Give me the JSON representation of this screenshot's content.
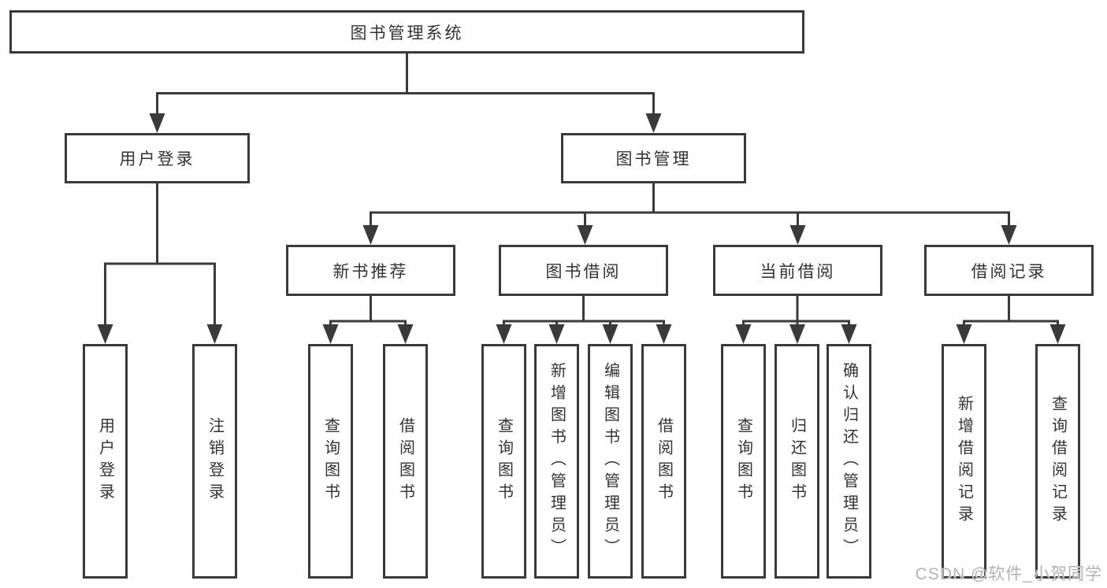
{
  "diagram": {
    "nodes": {
      "root": "图书管理系统",
      "user_login": "用户登录",
      "book_mgmt": "图书管理",
      "new_book_rec": "新书推荐",
      "book_borrow": "图书借阅",
      "current_borrow": "当前借阅",
      "borrow_records": "借阅记录",
      "leaf_user_login": "用户登录",
      "leaf_logout": "注销登录",
      "nb_query_books": "查询图书",
      "nb_borrow_books": "借阅图书",
      "bb_query_books": "查询图书",
      "bb_add_books": "新增图书（管理员）",
      "bb_edit_books": "编辑图书（管理员）",
      "bb_borrow_books": "借阅图书",
      "cb_query_books": "查询图书",
      "cb_return_books": "归还图书",
      "cb_confirm_return": "确认归还（管理员）",
      "br_add_record": "新增借阅记录",
      "br_query_record": "查询借阅记录"
    },
    "tree": {
      "图书管理系统": {
        "用户登录": [
          "用户登录",
          "注销登录"
        ],
        "图书管理": {
          "新书推荐": [
            "查询图书",
            "借阅图书"
          ],
          "图书借阅": [
            "查询图书",
            "新增图书（管理员）",
            "编辑图书（管理员）",
            "借阅图书"
          ],
          "当前借阅": [
            "查询图书",
            "归还图书",
            "确认归还（管理员）"
          ],
          "借阅记录": [
            "新增借阅记录",
            "查询借阅记录"
          ]
        }
      }
    },
    "colors": {
      "line": "#3a3a3a",
      "border": "#3a3a3a",
      "text": "#333333",
      "background": "#ffffff",
      "watermark": "#b2b2b2"
    }
  },
  "watermark": {
    "text": "CSDN @软件_小贺同学"
  }
}
